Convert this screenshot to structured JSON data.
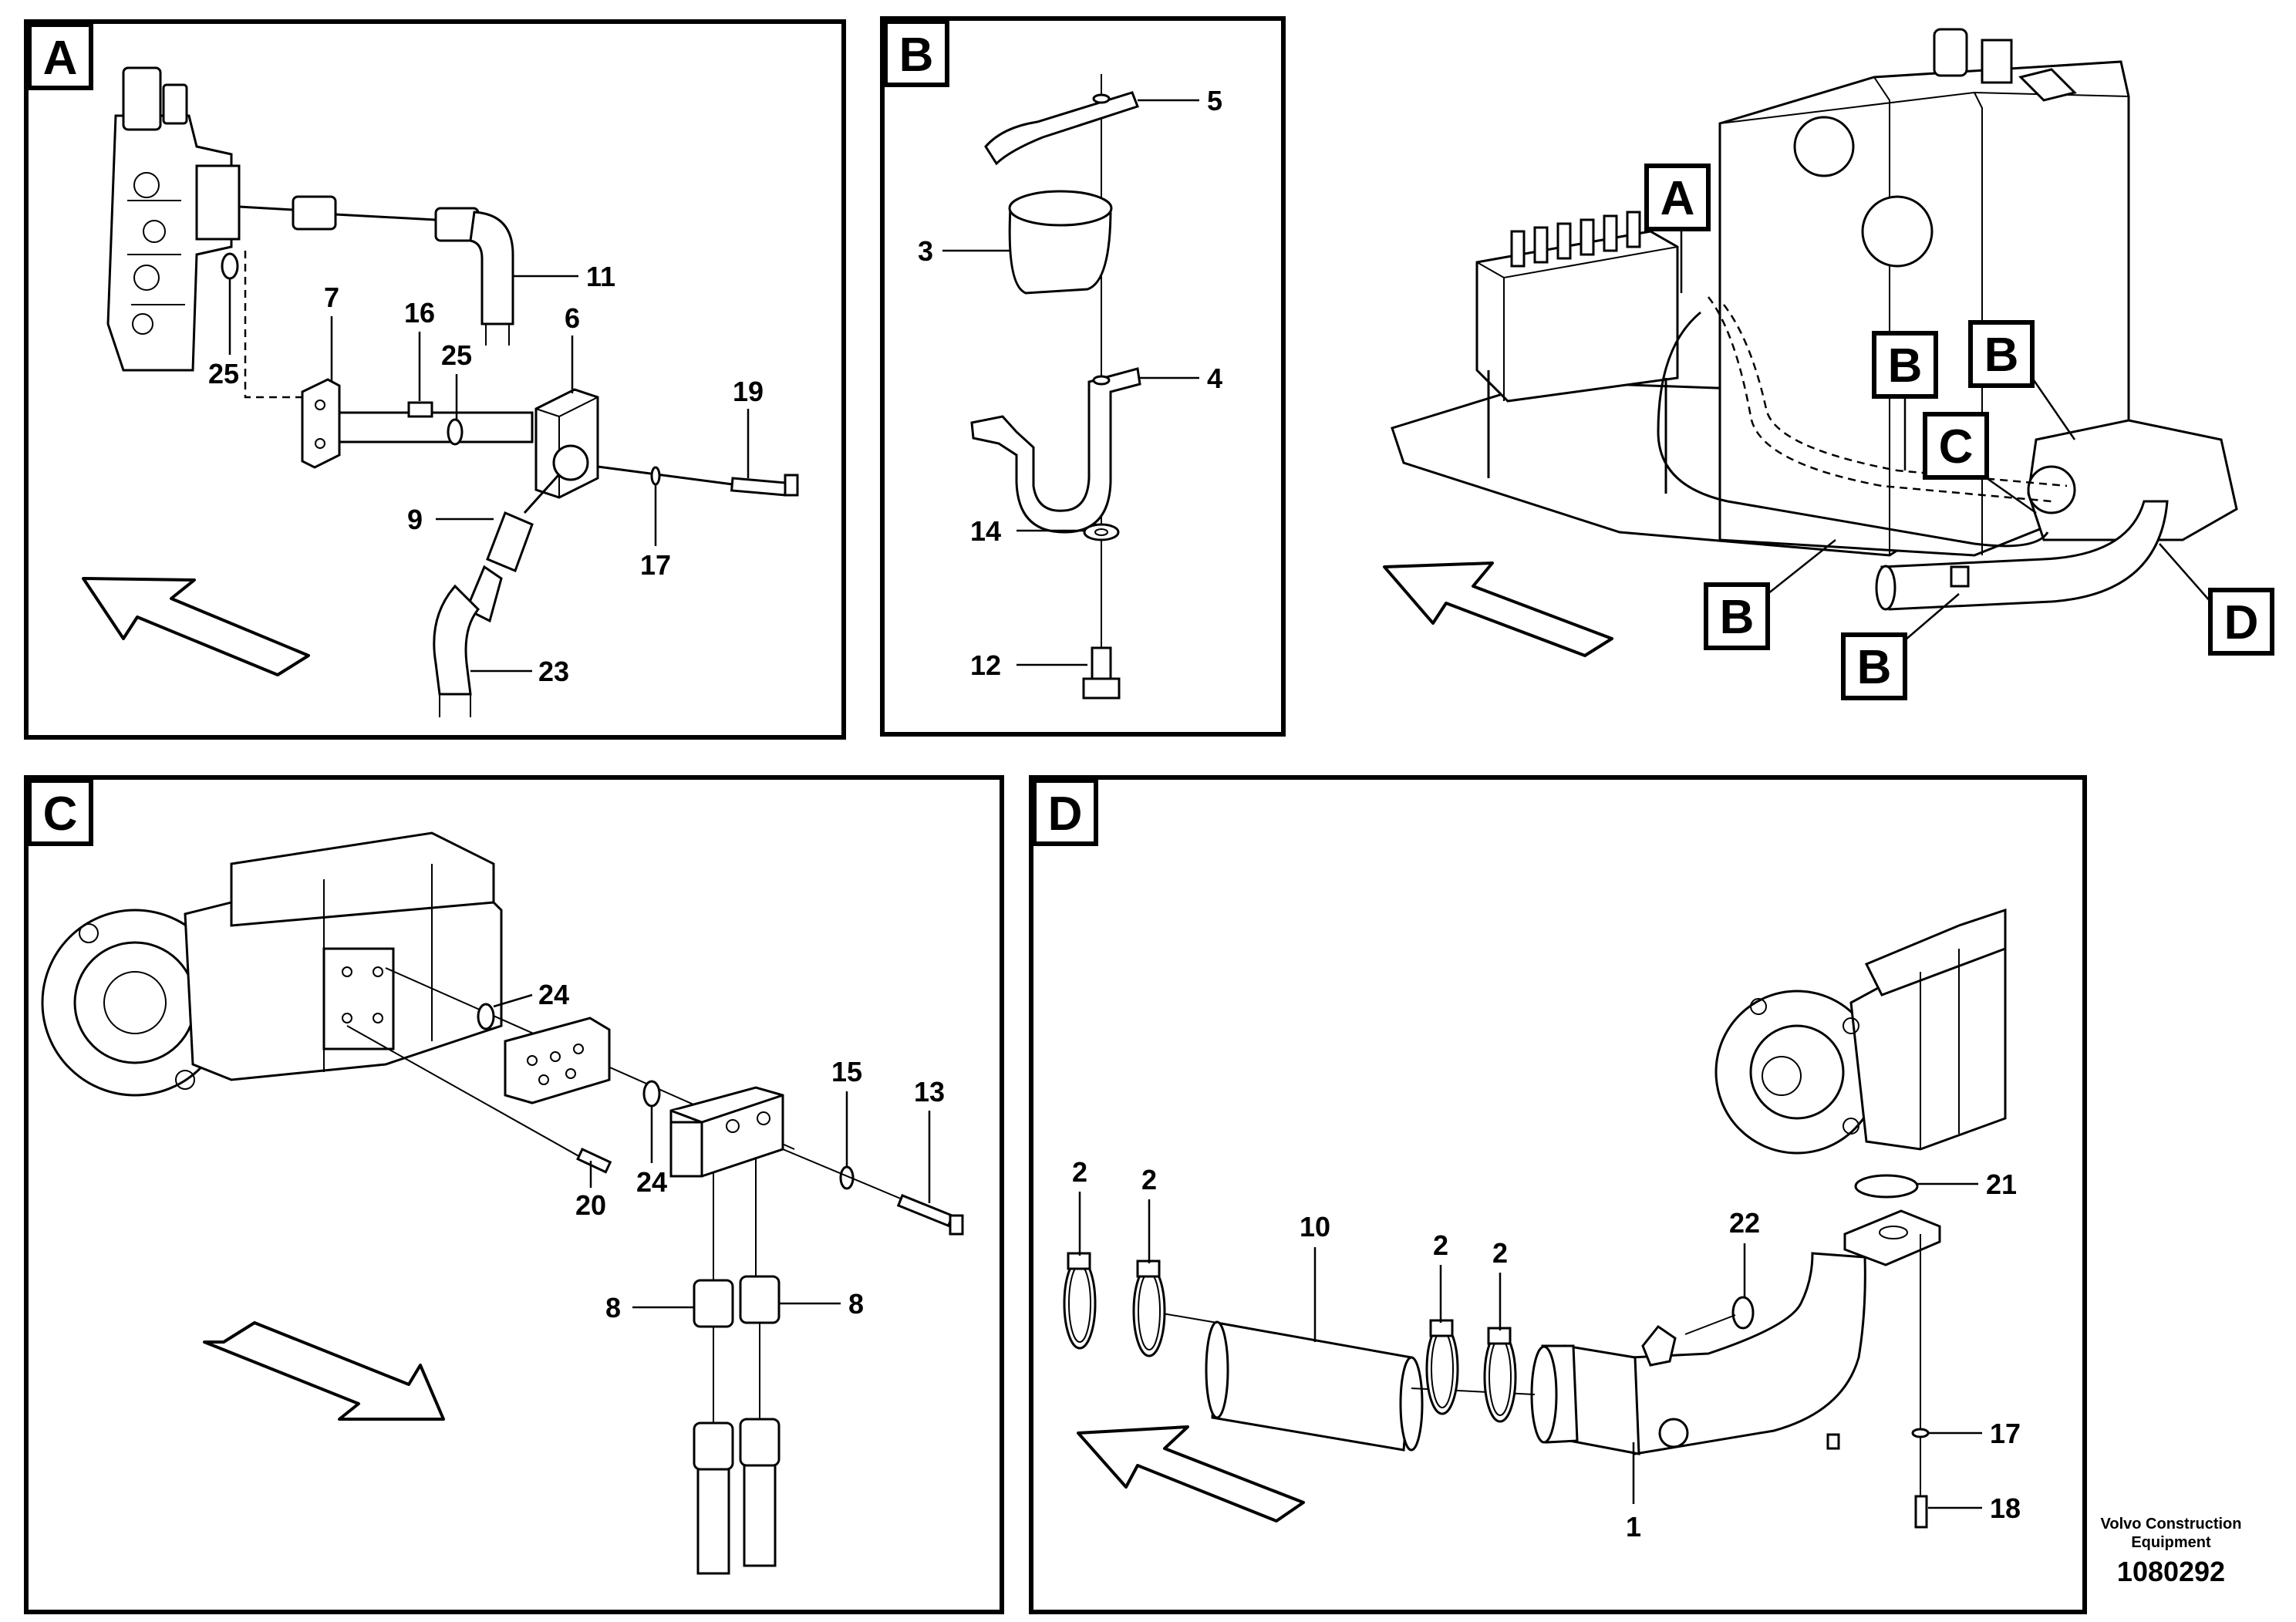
{
  "panels": {
    "A": {
      "tag": "A",
      "callouts": [
        "11",
        "7",
        "16",
        "25",
        "6",
        "25",
        "19",
        "9",
        "17",
        "23"
      ]
    },
    "B": {
      "tag": "B",
      "callouts": [
        "5",
        "3",
        "4",
        "14",
        "12"
      ]
    },
    "C": {
      "tag": "C",
      "callouts": [
        "24",
        "15",
        "13",
        "20",
        "24",
        "8",
        "8"
      ]
    },
    "D": {
      "tag": "D",
      "callouts": [
        "2",
        "2",
        "10",
        "2",
        "2",
        "22",
        "21",
        "17",
        "18",
        "1"
      ]
    }
  },
  "overview": {
    "tags": [
      "A",
      "B",
      "C",
      "B",
      "B",
      "B",
      "D"
    ]
  },
  "footer": {
    "brand_line1": "Volvo Construction",
    "brand_line2": "Equipment",
    "doc_number": "1080292"
  }
}
